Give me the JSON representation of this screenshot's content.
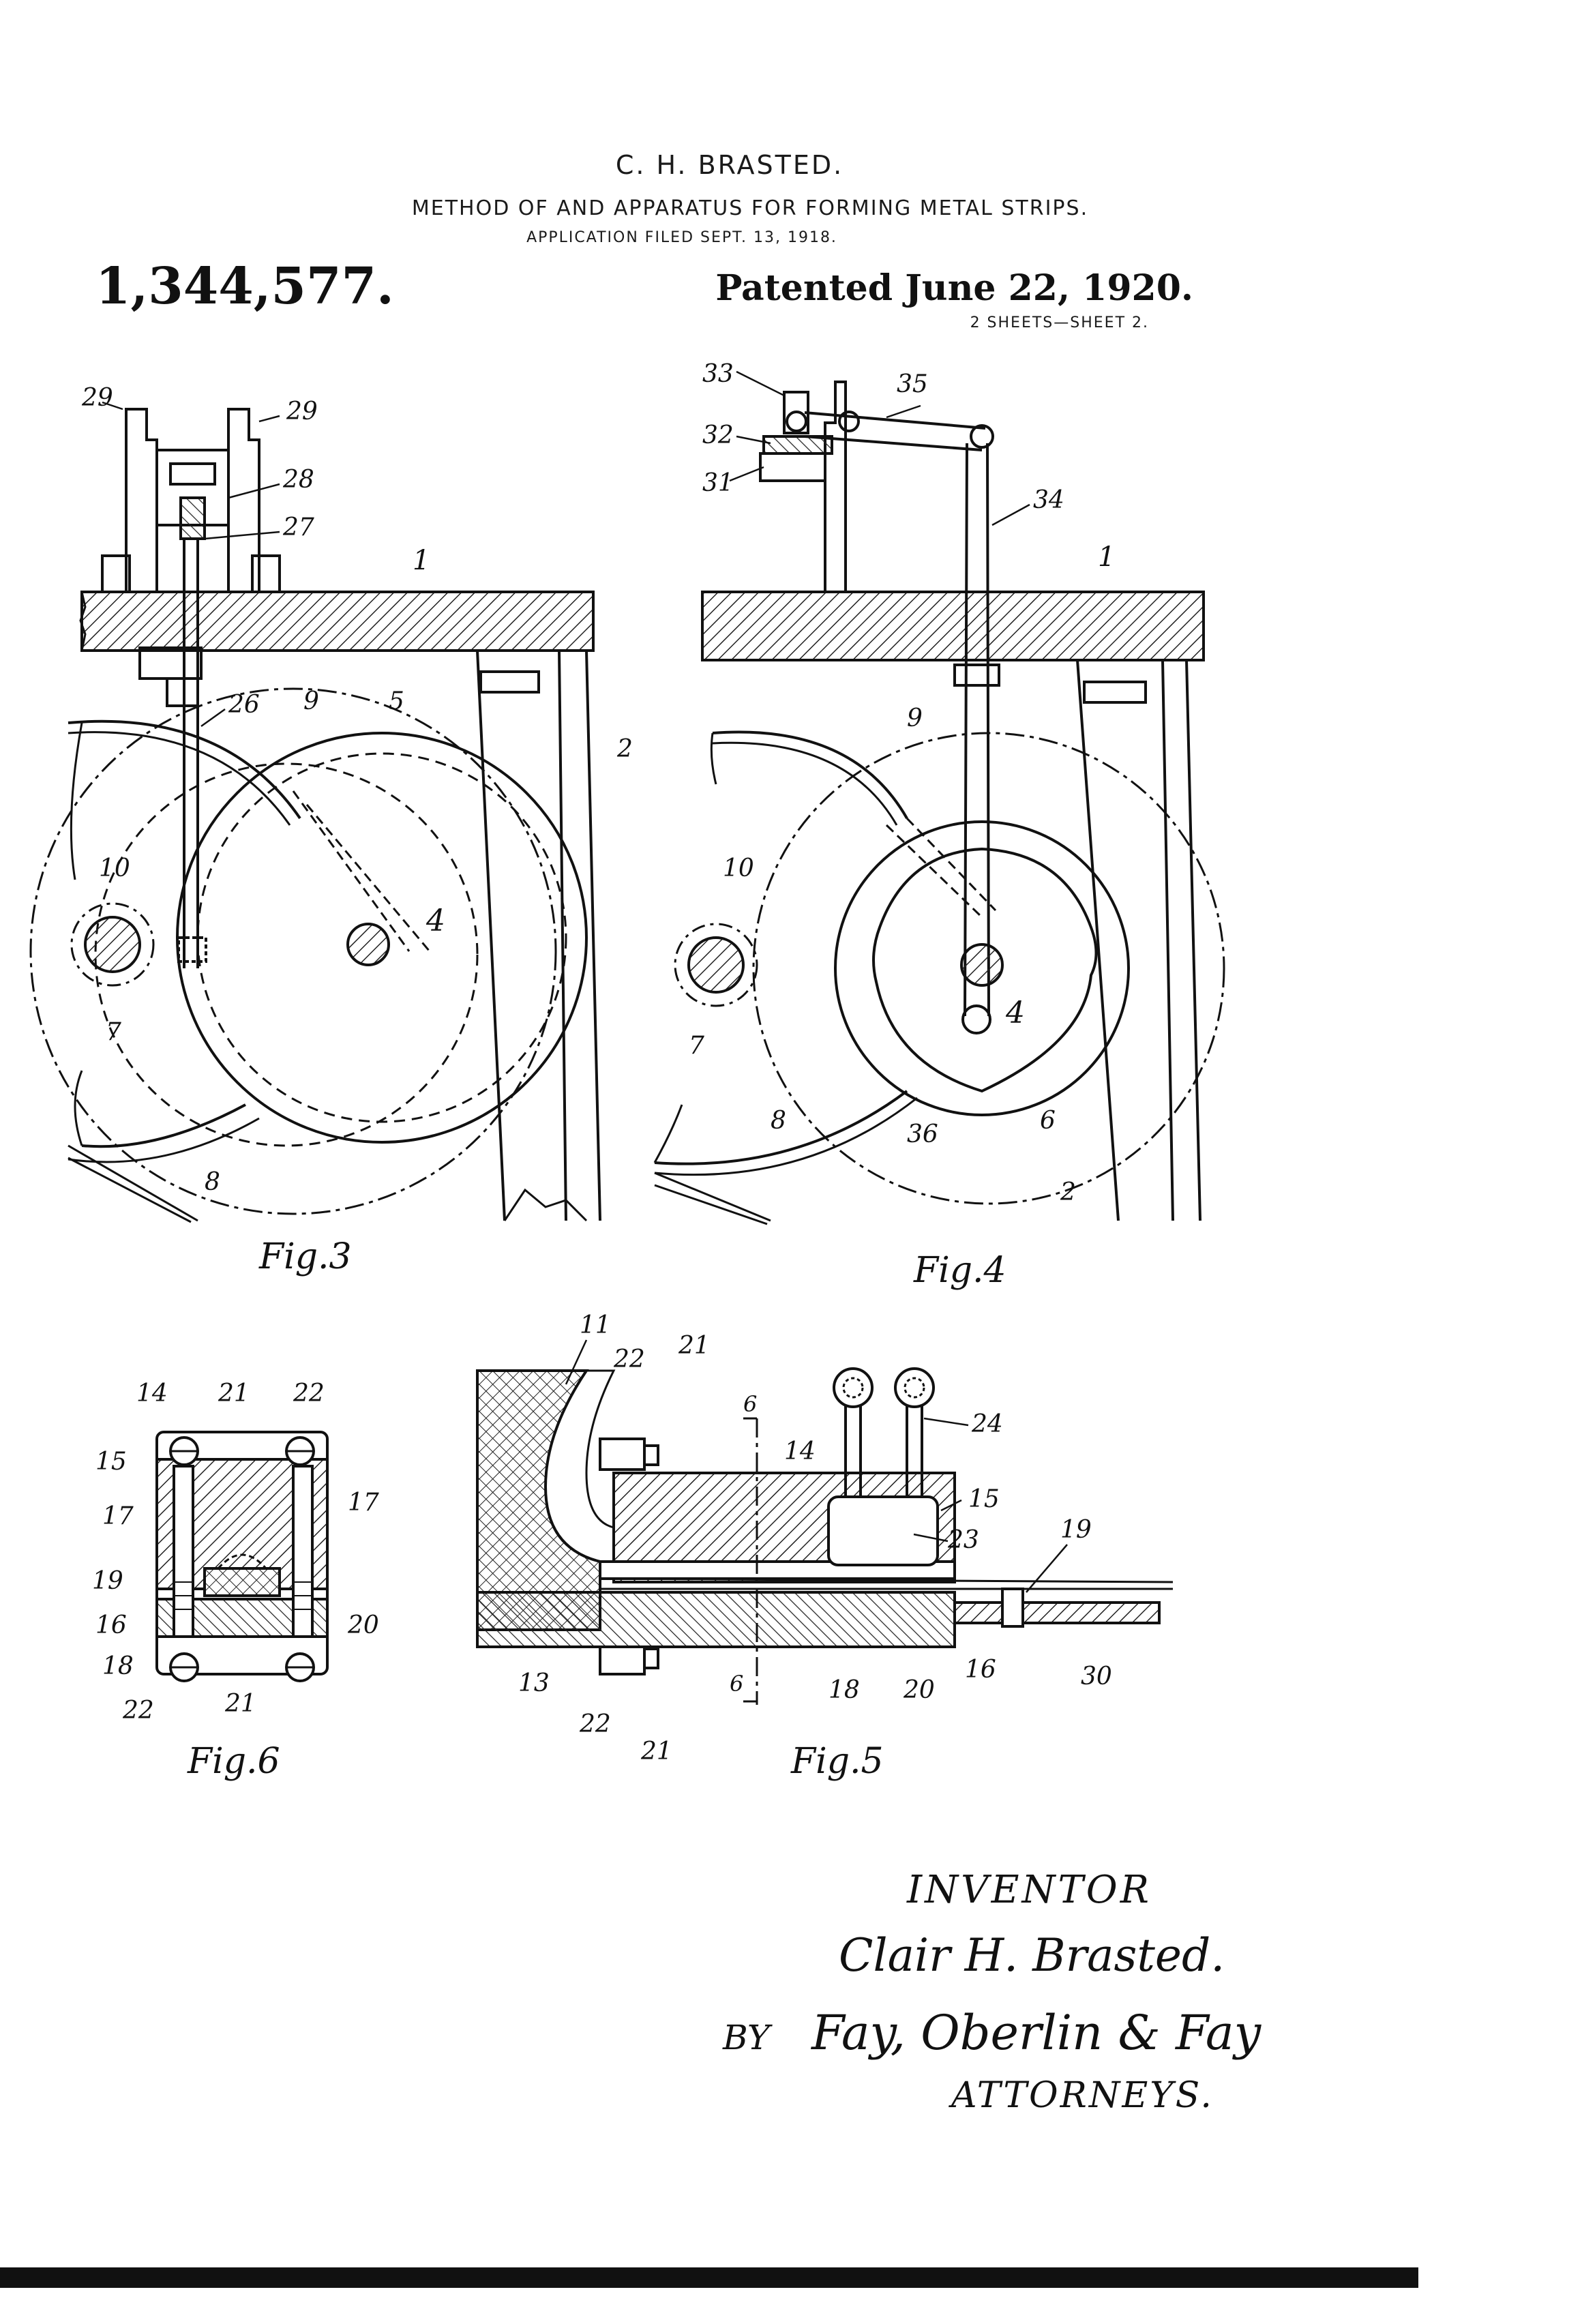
{
  "header": {
    "inventor_name": "C. H. BRASTED.",
    "title": "METHOD OF AND APPARATUS FOR FORMING METAL STRIPS.",
    "application_filed": "APPLICATION FILED SEPT. 13, 1918.",
    "patent_number": "1,344,577.",
    "patented_date": "Patented June 22, 1920.",
    "sheets": "2 SHEETS—SHEET 2."
  },
  "figures": {
    "fig3": {
      "caption": "Fig.3",
      "labels": [
        "29",
        "29",
        "28",
        "27",
        "1",
        "26",
        "9",
        "5",
        "2",
        "10",
        "4",
        "7",
        "8"
      ]
    },
    "fig4": {
      "caption": "Fig.4",
      "labels": [
        "33",
        "35",
        "32",
        "31",
        "34",
        "1",
        "9",
        "10",
        "7",
        "4",
        "8",
        "36",
        "6",
        "2"
      ]
    },
    "fig5": {
      "caption": "Fig.5",
      "labels": [
        "11",
        "22",
        "21",
        "6",
        "14",
        "24",
        "15",
        "23",
        "19",
        "13",
        "22",
        "21",
        "6",
        "18",
        "20",
        "16",
        "30"
      ]
    },
    "fig6": {
      "caption": "Fig.6",
      "labels": [
        "14",
        "21",
        "22",
        "15",
        "17",
        "17",
        "19",
        "20",
        "16",
        "18",
        "22",
        "21"
      ]
    }
  },
  "signature": {
    "inventor_heading": "INVENTOR",
    "inventor": "Clair H. Brasted.",
    "by": "BY",
    "attorneys_firm": "Fay, Oberlin & Fay",
    "attorneys_label": "ATTORNEYS."
  }
}
